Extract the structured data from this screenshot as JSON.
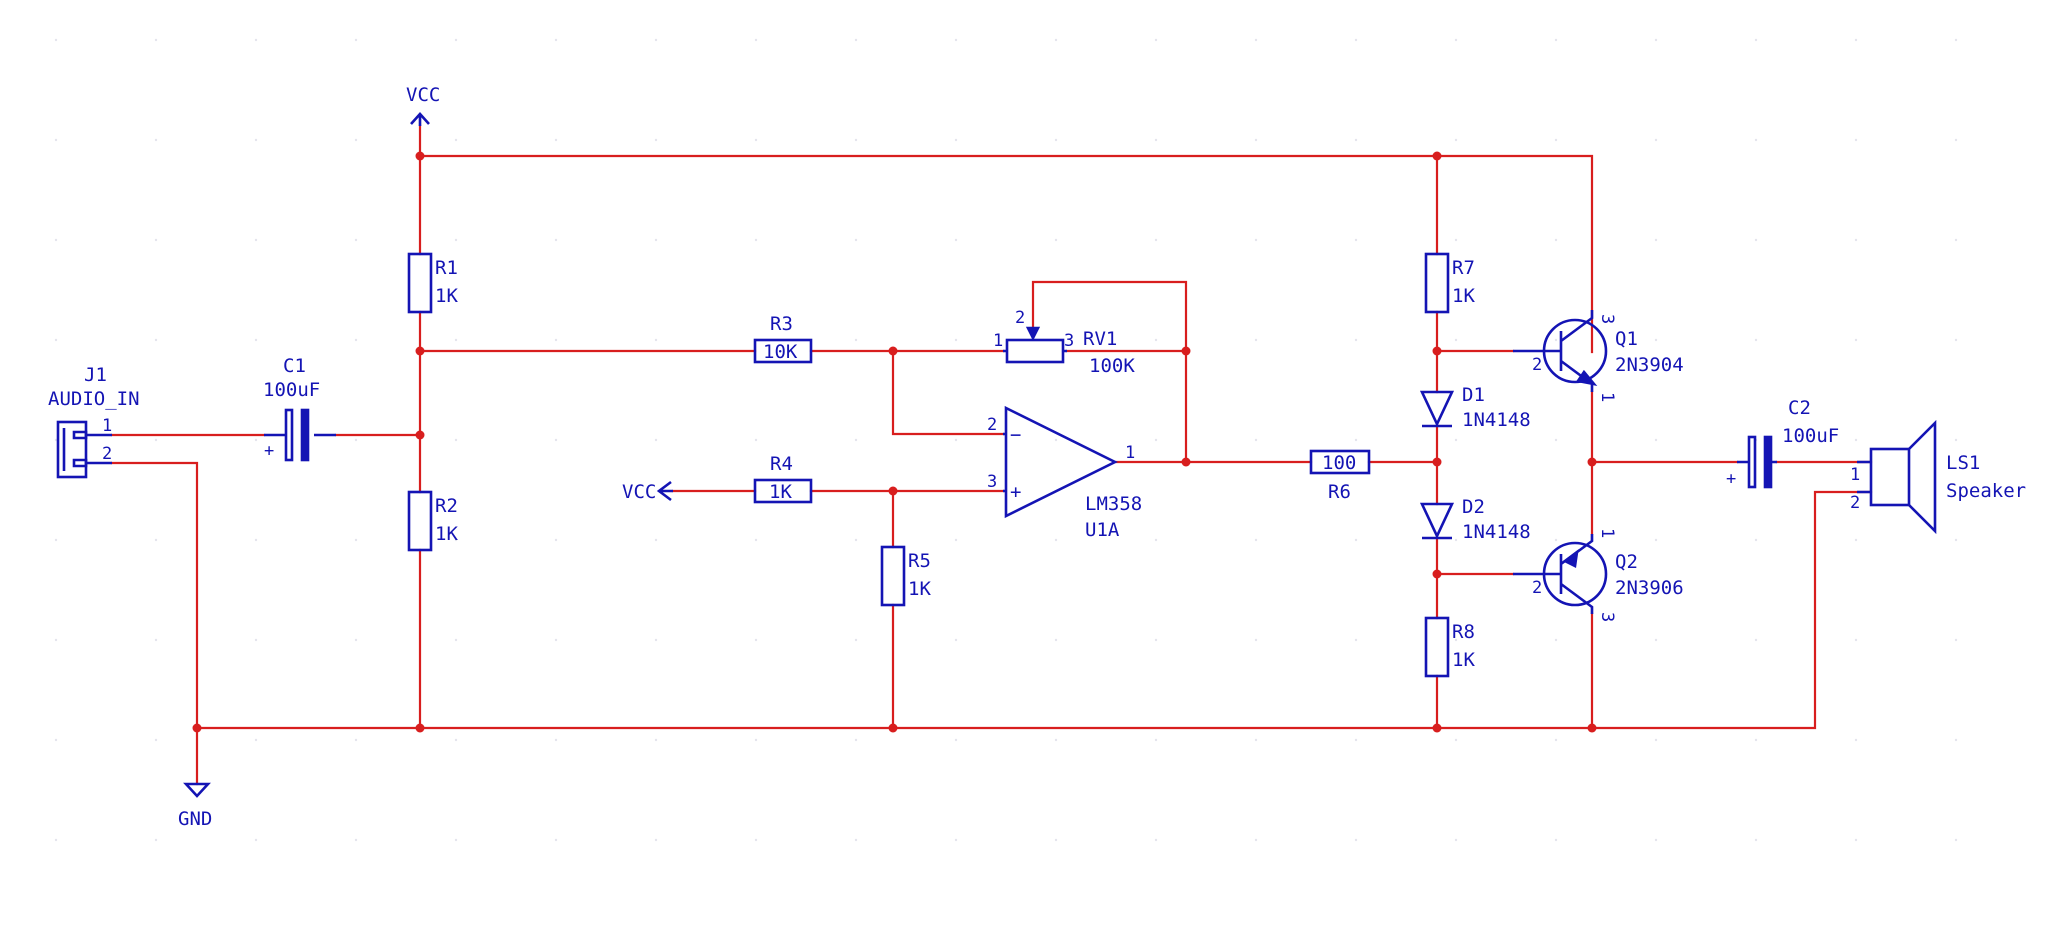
{
  "colors": {
    "wire": "#d81e1e",
    "component": "#1414b4",
    "background": "#ffffff"
  },
  "power": {
    "vcc_top": "VCC",
    "vcc_left": "VCC",
    "gnd": "GND"
  },
  "components": {
    "j1": {
      "ref": "J1",
      "value": "AUDIO_IN",
      "pin1": "1",
      "pin2": "2"
    },
    "c1": {
      "ref": "C1",
      "value": "100uF",
      "plus": "+"
    },
    "r1": {
      "ref": "R1",
      "value": "1K"
    },
    "r2": {
      "ref": "R2",
      "value": "1K"
    },
    "r3": {
      "ref": "R3",
      "value": "10K"
    },
    "r4": {
      "ref": "R4",
      "value": "1K"
    },
    "r5": {
      "ref": "R5",
      "value": "1K"
    },
    "r6": {
      "ref": "R6",
      "value": "100"
    },
    "r7": {
      "ref": "R7",
      "value": "1K"
    },
    "r8": {
      "ref": "R8",
      "value": "1K"
    },
    "rv1": {
      "ref": "RV1",
      "value": "100K",
      "pin1": "1",
      "pin2": "2",
      "pin3": "3"
    },
    "u1": {
      "part": "LM358",
      "ref": "U1A",
      "pin_inv": "2",
      "pin_noninv": "3",
      "pin_out": "1",
      "minus": "−",
      "plus": "+"
    },
    "d1": {
      "ref": "D1",
      "value": "1N4148"
    },
    "d2": {
      "ref": "D2",
      "value": "1N4148"
    },
    "q1": {
      "ref": "Q1",
      "value": "2N3904",
      "pin_b": "2",
      "pin_c": "3",
      "pin_e": "1"
    },
    "q2": {
      "ref": "Q2",
      "value": "2N3906",
      "pin_b": "2",
      "pin_e": "1",
      "pin_c": "3"
    },
    "c2": {
      "ref": "C2",
      "value": "100uF",
      "plus": "+"
    },
    "ls1": {
      "ref": "LS1",
      "value": "Speaker",
      "pin1": "1",
      "pin2": "2"
    }
  }
}
